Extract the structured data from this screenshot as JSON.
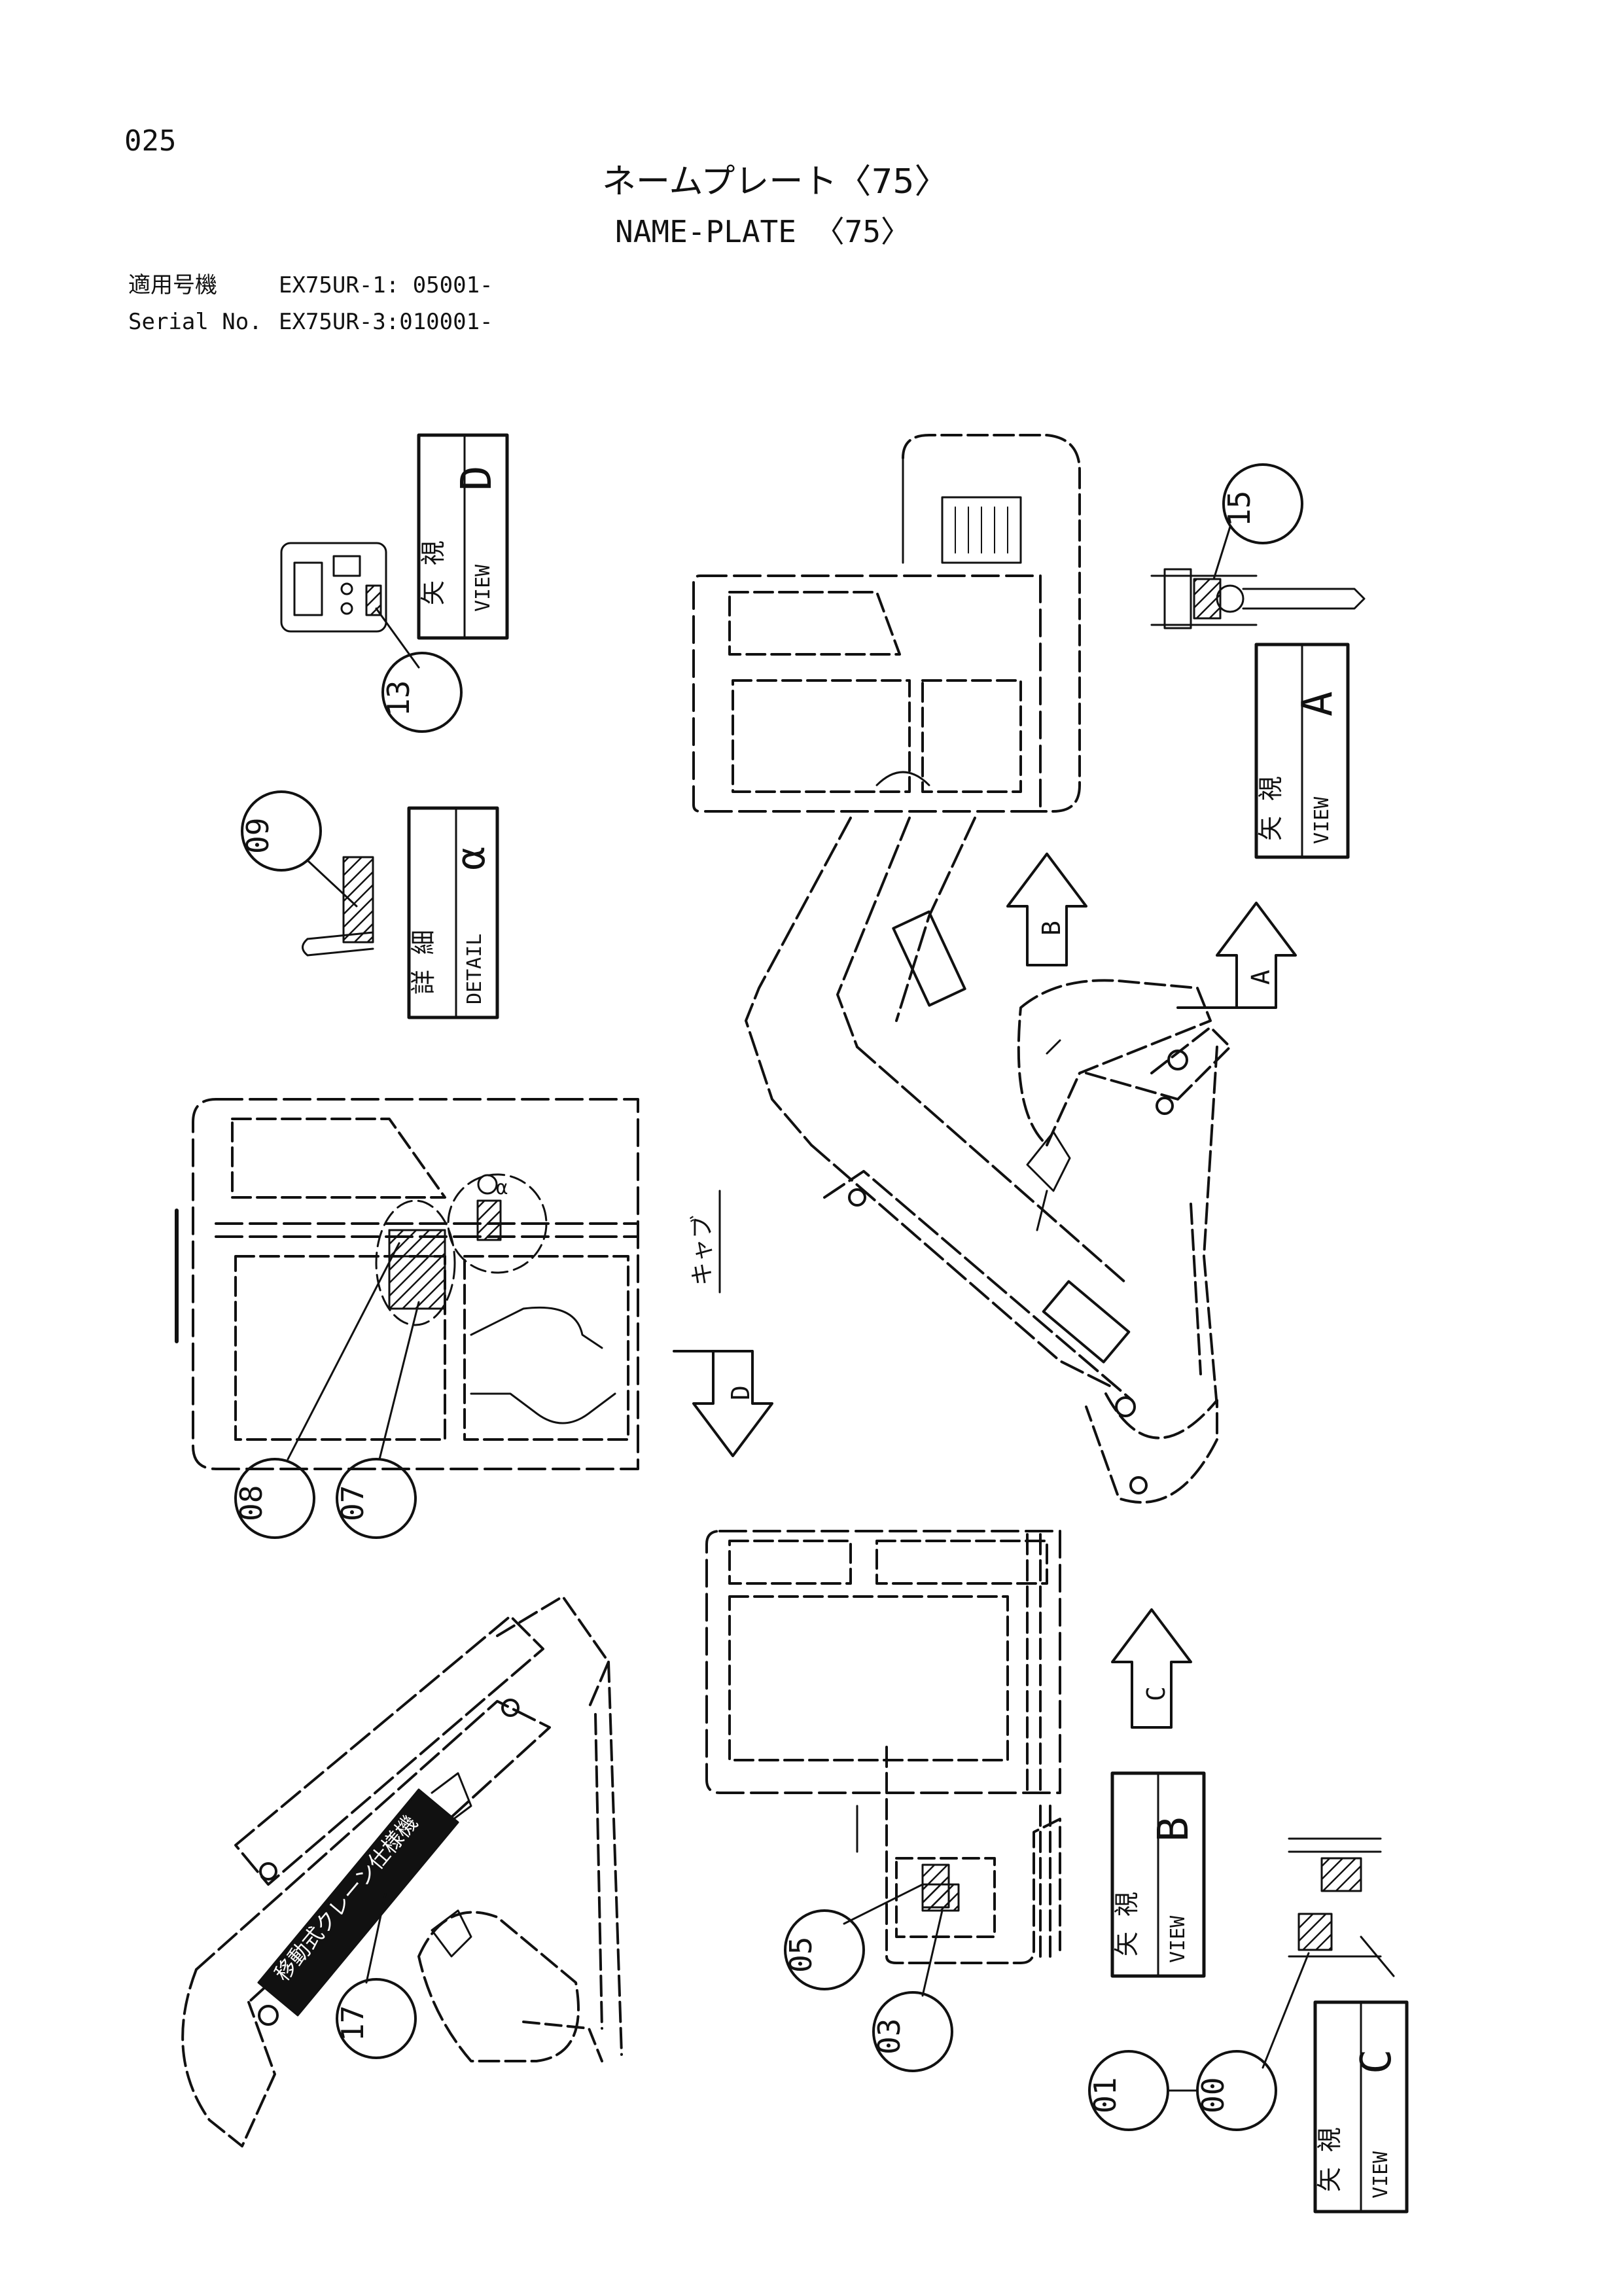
{
  "page": {
    "number": "025"
  },
  "title": {
    "jp": "ネームプレート〈75〉",
    "en": "NAME-PLATE 〈75〉"
  },
  "serial": {
    "label_jp": "適用号機",
    "label_en": "Serial No.",
    "value_1": "EX75UR-1: 05001-",
    "value_2": "EX75UR-3:010001-"
  },
  "views": {
    "view_d": {
      "jp": "矢 視",
      "en": "VIEW",
      "letter": "D"
    },
    "detail_a": {
      "jp": "詳 細",
      "en": "DETAIL",
      "letter": "α"
    },
    "view_a": {
      "jp": "矢 視",
      "en": "VIEW",
      "letter": "A"
    },
    "view_b": {
      "jp": "矢 視",
      "en": "VIEW",
      "letter": "B"
    },
    "view_c": {
      "jp": "矢 視",
      "en": "VIEW",
      "letter": "C"
    }
  },
  "arrows": {
    "a": "A",
    "b": "B",
    "c": "C",
    "d": "D"
  },
  "labels": {
    "cab": "キャブ",
    "alpha": "α",
    "boom_plate": "移動式クレーン仕様機"
  },
  "callouts": {
    "c00": "00",
    "c01": "01",
    "c03": "03",
    "c05": "05",
    "c07": "07",
    "c08": "08",
    "c09": "09",
    "c13": "13",
    "c15": "15",
    "c17": "17"
  }
}
